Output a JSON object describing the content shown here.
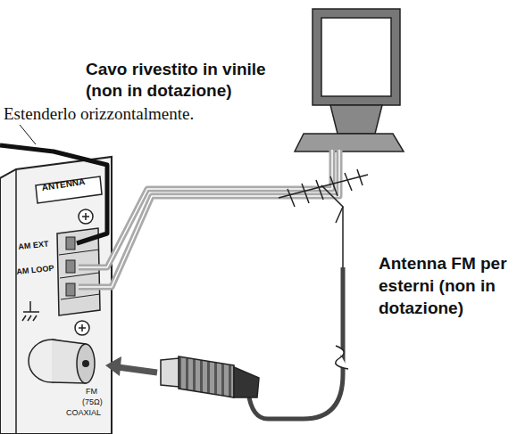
{
  "diagram": {
    "labels": [
      "Cavo rivestito in vinile (non in dotazione)",
      "Estenderlo orizzontalmente.",
      "ANTENNA",
      "AM EXT",
      "AM LOOP",
      "FM",
      "(75Ω)",
      "COAXIAL",
      "Antenna FM per esterni (non in dotazione)"
    ]
  }
}
